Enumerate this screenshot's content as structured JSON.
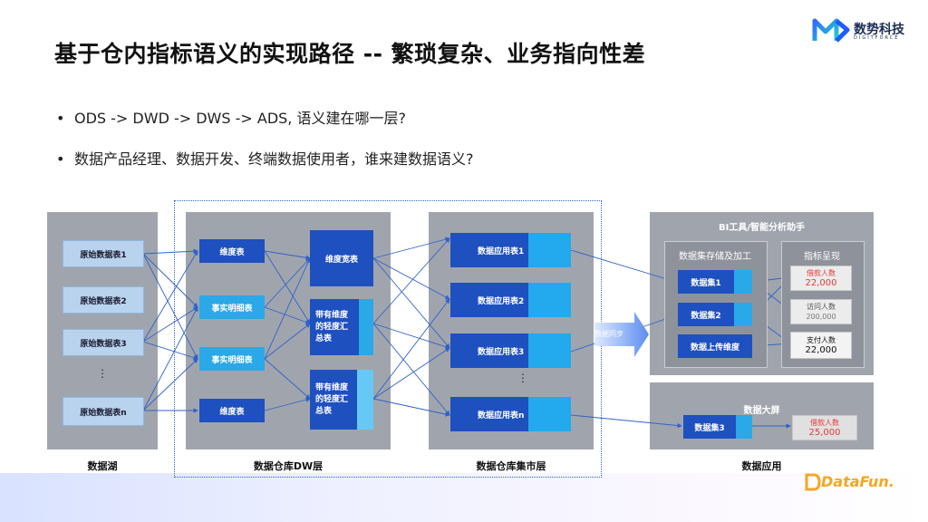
{
  "title": "基于仓内指标语义的实现路径 -- 繁琐复杂、业务指向性差",
  "logo": {
    "name": "数势科技",
    "sub": "DIGITFORCE"
  },
  "bullets": [
    "ODS -> DWD -> DWS -> ADS, 语义建在哪一层?",
    "数据产品经理、数据开发、终端数据使用者，谁来建数据语义?"
  ],
  "diagram": {
    "lake": {
      "label": "数据湖",
      "items": [
        "原始数据表1",
        "原始数据表2",
        "原始数据表3",
        "⋮",
        "原始数据表n"
      ]
    },
    "dw": {
      "label": "数据仓库DW层",
      "left": [
        "维度表",
        "事实明细表",
        "事实明细表",
        "维度表"
      ],
      "right": [
        "维度宽表",
        "带有维度的轻度汇总表",
        "带有维度的轻度汇总表"
      ]
    },
    "mart": {
      "label": "数据仓库集市层",
      "items": [
        "数据应用表1",
        "数据应用表2",
        "数据应用表3",
        "⋮",
        "数据应用表n"
      ]
    },
    "sync_label": "数据同步",
    "bi": {
      "title": "BI工具/智能分析助手",
      "storage_title": "数据集存储及加工",
      "storage": [
        "数据集1",
        "数据集2",
        "数据上传维度"
      ],
      "display_title": "指标呈现",
      "metrics": [
        {
          "name": "借款人数",
          "value": "22,000",
          "color": "#e53935"
        },
        {
          "name": "访问人数",
          "value": "200,000",
          "color": "#555555"
        },
        {
          "name": "支付人数",
          "value": "22,000",
          "color": "#111111"
        }
      ]
    },
    "screen": {
      "title": "数据大屏",
      "dataset": "数据集3",
      "metric": {
        "name": "借款人数",
        "value": "25,000",
        "color": "#e53935"
      }
    },
    "app_label": "数据应用"
  },
  "footer_brand": "DataFun."
}
